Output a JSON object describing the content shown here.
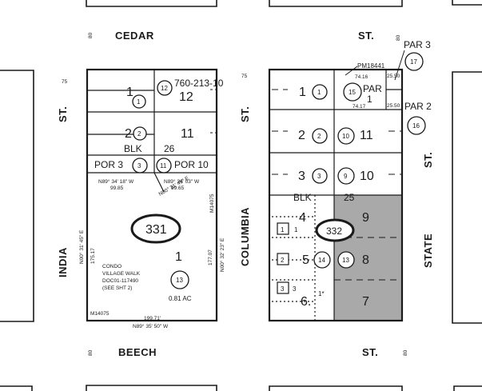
{
  "streets": {
    "cedar": "CEDAR",
    "cedar_st": "ST.",
    "beech": "BEECH",
    "beech_st": "ST.",
    "india": "INDIA",
    "india_st": "ST.",
    "columbia": "COLUMBIA",
    "columbia_st": "ST.",
    "state": "STATE",
    "state_st": "ST."
  },
  "widths": {
    "w80": "80",
    "w75": "75"
  },
  "block331": {
    "book_page": "331",
    "blk_label": "BLK",
    "blk_number": "26",
    "parcel_ref": "760-213-10",
    "lot_12": "12",
    "lot_11": "11",
    "lot_1_top": "1",
    "lot_2_top": "2",
    "lot_1_main": "1",
    "por_3": "POR 3",
    "por_10": "POR 10",
    "parcel_1": "1",
    "parcel_2": "2",
    "parcel_3": "3",
    "parcel_11": "11",
    "parcel_12": "12",
    "parcel_13": "13",
    "bearing_top": "N89° 34' 18\" W",
    "dist_top": "99.85",
    "bearing_top2": "N89° 34' 03\" W",
    "dist_top2": "99.65",
    "bearing_diag": "N00° 31' 45\" E",
    "bearing_left": "N00° 31' 45\" E",
    "dist_left": "175.17",
    "bearing_right": "N00° 32' 23\" E",
    "dist_right": "177.07",
    "map_ref_right": "M14075",
    "map_ref_left": "M14075",
    "bearing_bottom": "N89° 35' 50\" W",
    "dist_bottom": "199.71'",
    "condo_line1": "CONDO",
    "condo_line2": "VILLAGE WALK",
    "condo_line3": "DOC01-117490",
    "condo_line4": "(SEE SHT 2)",
    "acreage": "0.81 AC"
  },
  "block332": {
    "book_page": "332",
    "blk_label": "BLK",
    "blk_number": "25",
    "pm_ref": "PM18441",
    "par_label": "PAR",
    "par_number": "1",
    "par3_label": "PAR 3",
    "par2_label": "PAR 2",
    "lot_1": "1",
    "lot_2": "2",
    "lot_3": "3",
    "lot_4": "4",
    "lot_5": "5",
    "lot_6": "6.",
    "lot_7": "7",
    "lot_8": "8",
    "lot_9": "9",
    "lot_10": "10",
    "lot_11": "11",
    "parcel_1": "1",
    "parcel_2": "2",
    "parcel_3": "3",
    "parcel_9": "9",
    "parcel_10": "10",
    "parcel_13": "13",
    "parcel_14": "14",
    "parcel_15": "15",
    "parcel_16": "16",
    "parcel_17": "17",
    "sq_1": "1",
    "sq_2": "2",
    "sq_3": "3",
    "sq_1_lot": "1",
    "sq_3_lot": "3",
    "star": "1*",
    "dim_a": "74.16",
    "dim_b": "74.17",
    "dim_c": "25.50",
    "dim_d": "25.50"
  },
  "colors": {
    "shade": "#a9a9a9",
    "ink": "#1a1a1a",
    "paper": "#ffffff"
  }
}
